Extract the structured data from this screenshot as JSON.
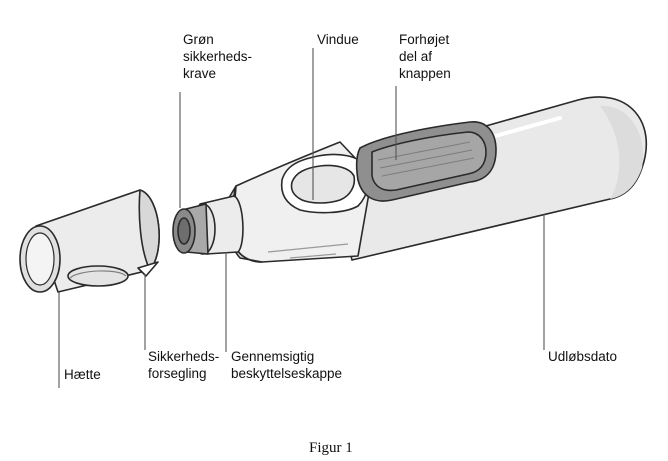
{
  "figure": {
    "caption": "Figur 1",
    "labels": {
      "green_collar": [
        "Grøn",
        "sikkerheds-",
        "krave"
      ],
      "window": "Vindue",
      "raised_button": [
        "Forhøjet",
        "del af",
        "knappen"
      ],
      "cap": "Hætte",
      "safety_seal": [
        "Sikkerheds-",
        "forsegling"
      ],
      "needle_cover": [
        "Gennemsigtig",
        "beskyttelseskappe"
      ],
      "expiry_date": "Udløbsdato"
    }
  }
}
